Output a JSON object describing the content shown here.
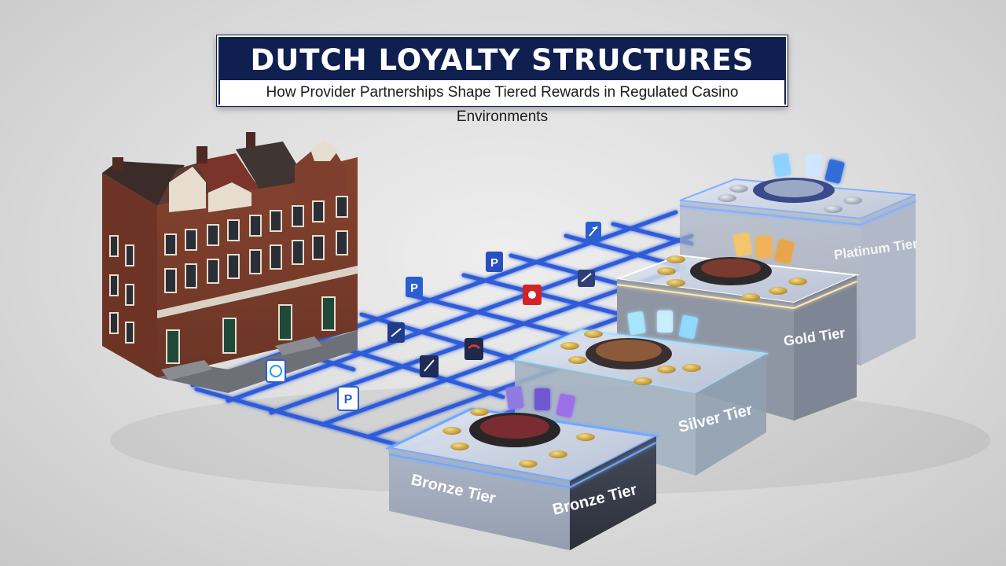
{
  "banner": {
    "title": "DUTCH LOYALTY STRUCTURES",
    "subtitle": "How Provider Partnerships Shape Tiered Rewards in Regulated Casino Environments"
  },
  "tiers": {
    "bronze_top": "Bronze Tier",
    "bronze_front": "Bronze Tier",
    "silver": "Silver Tier",
    "gold": "Gold Tier",
    "platinum": "Platinum Tier"
  },
  "colors": {
    "banner_bg": "#0f1f4f",
    "network_blue": "#2f5bd8",
    "glow": "#6fa8ff",
    "coin_gold": "#d4a93c",
    "brick": "#7a3b2c"
  },
  "icons": [
    "canal-house-illustration",
    "provider-logo-tiles",
    "roulette-wheel",
    "playing-cards",
    "gold-coins"
  ]
}
